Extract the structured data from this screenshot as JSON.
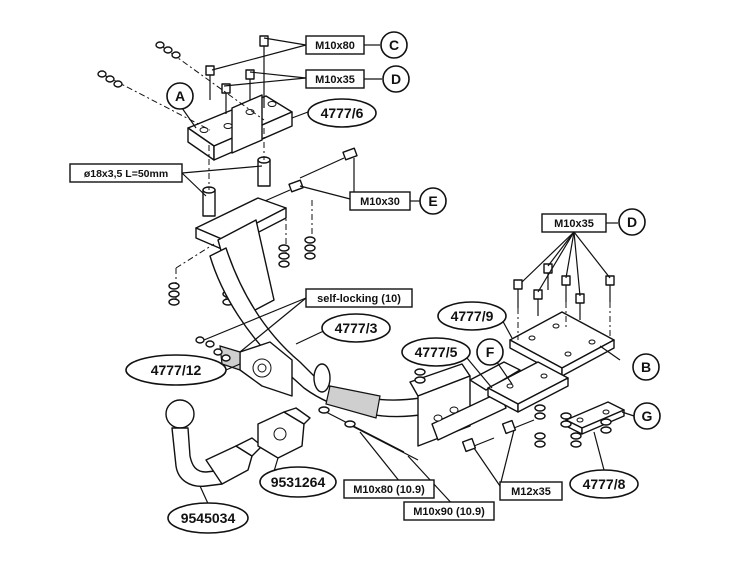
{
  "labels": {
    "bolt_c": "M10x80",
    "bolt_d_top": "M10x35",
    "bolt_e": "M10x30",
    "bolt_d_right": "M10x35",
    "bushing": "ø18x3,5 L=50mm",
    "self_locking": "self-locking (10)",
    "bolt_m10x80_109": "M10x80 (10.9)",
    "bolt_m10x90_109": "M10x90 (10.9)",
    "bolt_m12x35": "M12x35"
  },
  "letters": {
    "a": "A",
    "b": "B",
    "c": "C",
    "d_top": "D",
    "d_right": "D",
    "e": "E",
    "f": "F",
    "g": "G"
  },
  "parts": {
    "p4777_6": "4777/6",
    "p4777_3": "4777/3",
    "p4777_12": "4777/12",
    "p4777_9": "4777/9",
    "p4777_5": "4777/5",
    "p4777_8": "4777/8",
    "p9531264": "9531264",
    "p9545034": "9545034"
  }
}
